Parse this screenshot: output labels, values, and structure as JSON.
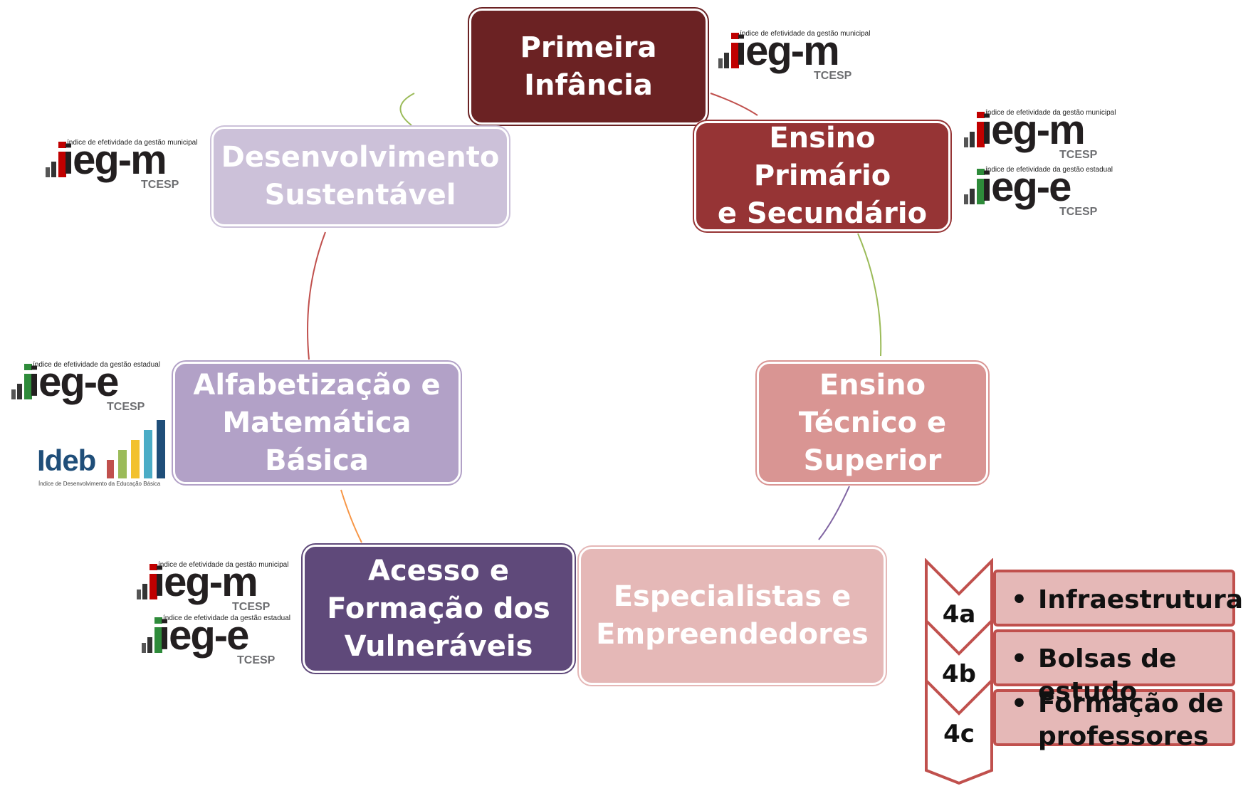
{
  "colors": {
    "primeira": "#6b2223",
    "ensino_primario": "#963435",
    "ensino_tecnico": "#d99593",
    "especialistas": "#e5b8b7",
    "acesso": "#5f497a",
    "alfabetizacao": "#b2a1c7",
    "desenvolvimento": "#ccc1d9",
    "chevron_border": "#c0504d",
    "chevron_fill": "#ffffff",
    "box_fill": "#e5b8b7"
  },
  "nodes": {
    "primeira": "Primeira\nInfância",
    "ensino_primario": "Ensino Primário\ne Secundário",
    "ensino_tecnico": "Ensino\nTécnico e\nSuperior",
    "especialistas": "Especialistas e\nEmpreendedores",
    "acesso": "Acesso e\nFormação dos\nVulneráveis",
    "alfabetizacao": "Alfabetização e\nMatemática\nBásica",
    "desenvolvimento": "Desenvolvimento\nSustentável"
  },
  "logos": {
    "iegm_caption": "índice de efetividade da gestão municipal",
    "iegm_word": "ieg-m",
    "iege_caption": "índice de efetividade da gestão estadual",
    "iege_word": "ieg-e",
    "tcesp": "TCESP",
    "ideb_word": "Ideb",
    "ideb_caption": "Índice de Desenvolvimento da Educação Básica"
  },
  "sub_items": [
    {
      "label": "4a",
      "text": "Infraestrutura"
    },
    {
      "label": "4b",
      "text": "Bolsas de estudo"
    },
    {
      "label": "4c",
      "text": "Formação de\nprofessores"
    }
  ],
  "bullet": "•"
}
